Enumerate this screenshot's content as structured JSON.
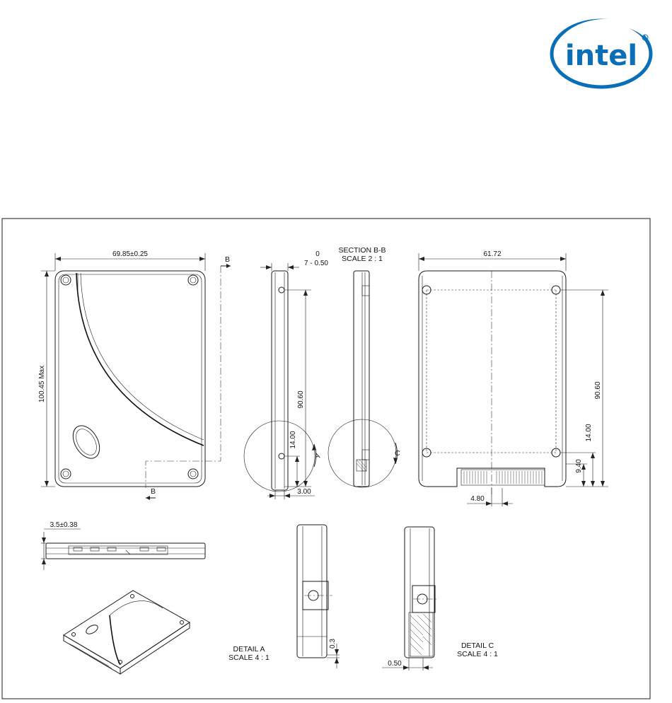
{
  "logo": {
    "text": "intel",
    "color": "#0b6fb7"
  },
  "dimensions": {
    "top_width": "69.85±0.25",
    "top_height": "100.45 Max",
    "thickness_top": "0",
    "thickness_bottom": "7 - 0.50",
    "side_hole_spacing": "90.60",
    "side_lower_hole": "14.00",
    "side_offset": "3.00",
    "bottom_width": "61.72",
    "bottom_hole_spacing": "90.60",
    "bottom_lower_hole": "14.00",
    "bottom_connector_offset": "9.40",
    "connector_gap": "4.80",
    "front_height": "3.5±0.38",
    "detail_a_dim": "0.3",
    "detail_c_dim": "0.50"
  },
  "labels": {
    "section_title": "SECTION B-B",
    "section_scale": "SCALE 2 : 1",
    "section_marker": "B",
    "detail_a_callout": "A",
    "detail_c_callout": "C",
    "detail_a_title": "DETAIL A",
    "detail_a_scale": "SCALE 4 : 1",
    "detail_c_title": "DETAIL C",
    "detail_c_scale": "SCALE 4 : 1"
  }
}
